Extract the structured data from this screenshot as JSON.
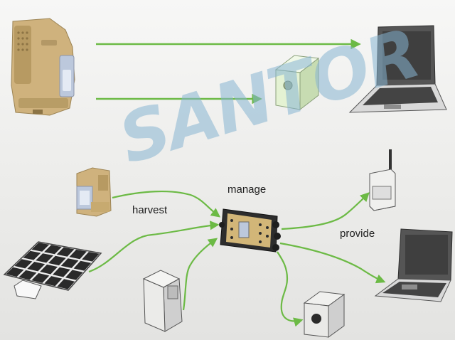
{
  "labels": {
    "manage": "manage",
    "harvest": "harvest",
    "provide": "provide"
  },
  "watermark": "SANTOR",
  "colors": {
    "arrow": "#6cba45",
    "device_tan": "#cfb27d",
    "laptop_body": "#555555",
    "laptop_screen": "#3f3f3f",
    "box_green": "#e4f2d3",
    "hub_body": "#2d2d2d",
    "hub_panel": "#d2b678",
    "solar_cell": "#2a2a2a"
  },
  "icons": [
    "power-manager-device-icon",
    "laptop-icon",
    "cube-sensor-icon",
    "battery-pack-icon",
    "radio-icon",
    "solar-panel-icon",
    "fuel-cell-icon",
    "power-hub-icon"
  ]
}
